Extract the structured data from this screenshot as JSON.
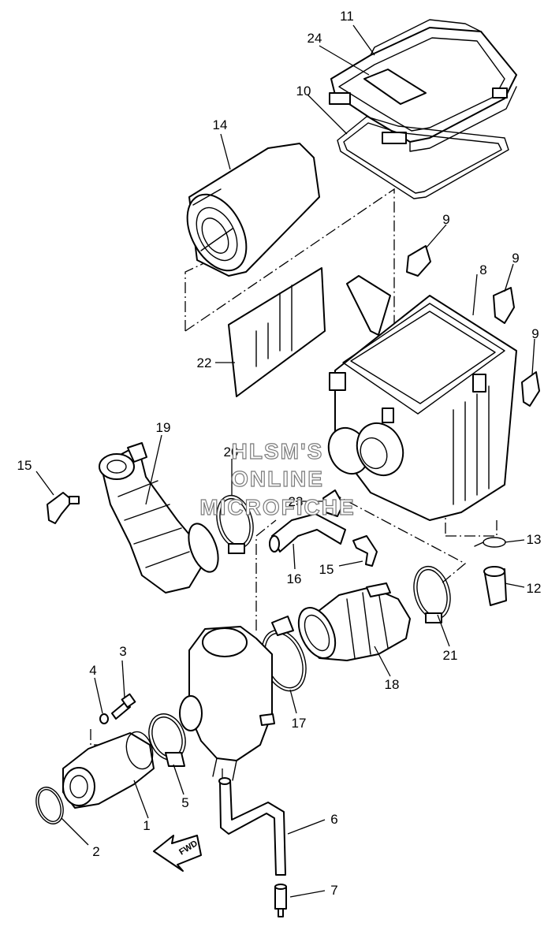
{
  "callouts": [
    "1",
    "2",
    "3",
    "4",
    "5",
    "6",
    "7",
    "8",
    "9",
    "9",
    "9",
    "10",
    "11",
    "12",
    "13",
    "14",
    "15",
    "15",
    "16",
    "17",
    "18",
    "19",
    "20",
    "21",
    "22",
    "23",
    "24"
  ],
  "watermark": {
    "line1": "HLSM'S",
    "line2": "ONLINE",
    "line3": "MICROFICHE"
  },
  "fwd_label": "FWD"
}
